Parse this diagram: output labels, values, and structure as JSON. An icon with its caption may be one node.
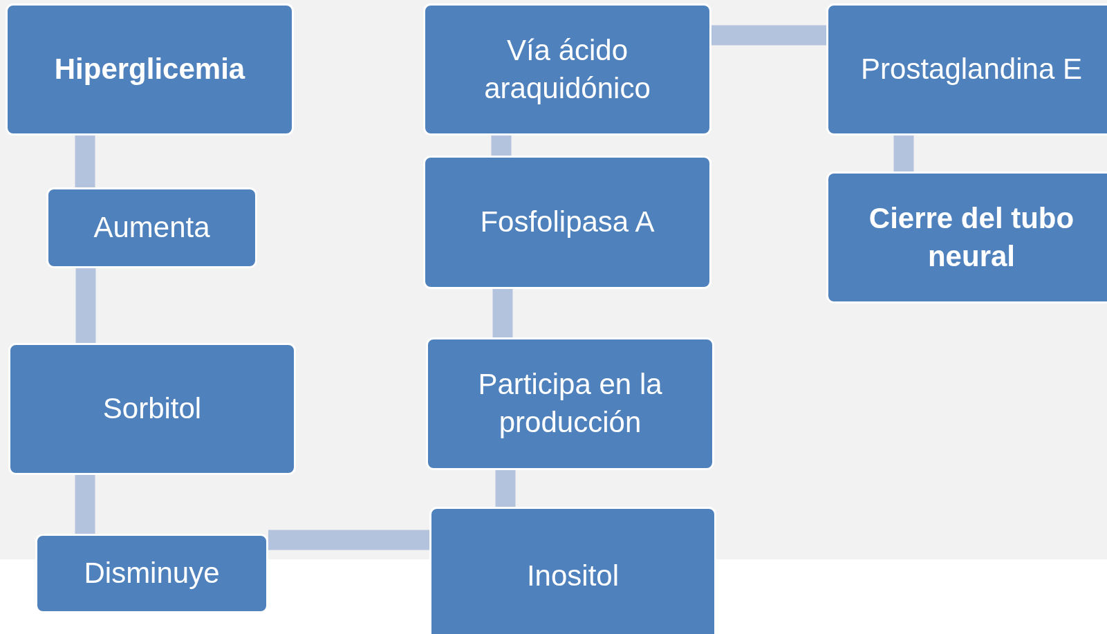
{
  "diagram": {
    "nodes": [
      {
        "text": [
          "Hiperglicemia"
        ]
      },
      {
        "text": [
          "Aumenta"
        ]
      },
      {
        "text": [
          "Sorbitol"
        ]
      },
      {
        "text": [
          "Disminuye"
        ]
      },
      {
        "text": [
          "Inositol"
        ]
      },
      {
        "text": [
          "Participa en la producción"
        ]
      },
      {
        "text": [
          "Fosfolipasa A"
        ]
      },
      {
        "text": [
          "Vía ácido araquidónico"
        ]
      },
      {
        "text": [
          "Prostaglandina E"
        ]
      },
      {
        "text": [
          "Cierre del tubo neural"
        ]
      }
    ],
    "edges": [
      {
        "from": 0,
        "to": 1,
        "arrow": "none"
      },
      {
        "from": 1,
        "to": 2,
        "arrow": "none"
      },
      {
        "from": 2,
        "to": 3,
        "arrow": "none"
      },
      {
        "from": 3,
        "to": 4,
        "arrow": "none"
      },
      {
        "from": 4,
        "to": 5,
        "arrow": "none"
      },
      {
        "from": 5,
        "to": 6,
        "arrow": "none"
      },
      {
        "from": 6,
        "to": 7,
        "arrow": "none"
      },
      {
        "from": 7,
        "to": 8,
        "arrow": "none"
      },
      {
        "from": 8,
        "to": 9,
        "arrow": "none"
      }
    ]
  }
}
